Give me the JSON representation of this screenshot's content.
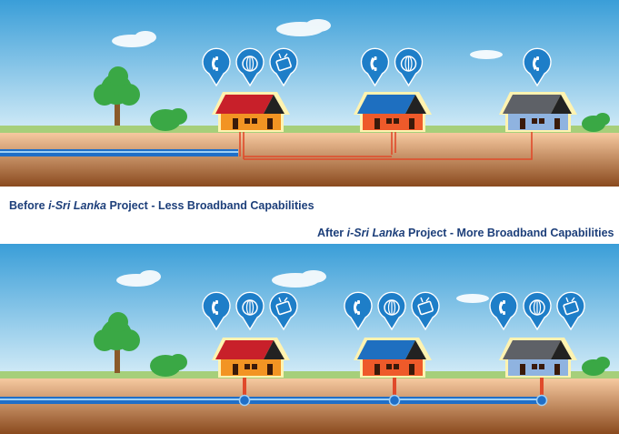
{
  "before": {
    "caption_prefix": "Before ",
    "caption_italic": "i-Sri Lanka",
    "caption_suffix": " Project - Less Broadband Capabilities",
    "houses": [
      {
        "roof_color": "#c8202a",
        "wall_color": "#f29423",
        "services": [
          "phone-icon",
          "internet-globe-icon",
          "tv-icon"
        ]
      },
      {
        "roof_color": "#1e6fc0",
        "wall_color": "#ee5a2a",
        "services": [
          "phone-icon",
          "internet-globe-icon"
        ]
      },
      {
        "roof_color": "#5e6167",
        "wall_color": "#8fb3e0",
        "services": [
          "phone-icon"
        ]
      }
    ]
  },
  "after": {
    "caption_prefix": "After ",
    "caption_italic": "i-Sri Lanka",
    "caption_suffix": " Project  - More Broadband Capabilities",
    "houses": [
      {
        "roof_color": "#c8202a",
        "wall_color": "#f29423",
        "services": [
          "phone-icon",
          "internet-globe-icon",
          "tv-icon"
        ]
      },
      {
        "roof_color": "#1e6fc0",
        "wall_color": "#ee5a2a",
        "services": [
          "phone-icon",
          "internet-globe-icon",
          "tv-icon"
        ]
      },
      {
        "roof_color": "#5e6167",
        "wall_color": "#8fb3e0",
        "services": [
          "phone-icon",
          "internet-globe-icon",
          "tv-icon"
        ]
      }
    ]
  },
  "colors": {
    "pin": "#1e7ec8",
    "cable_blue": "#1f6fc8",
    "copper_line": "#e04a2a",
    "caption": "#1d3f7a"
  }
}
